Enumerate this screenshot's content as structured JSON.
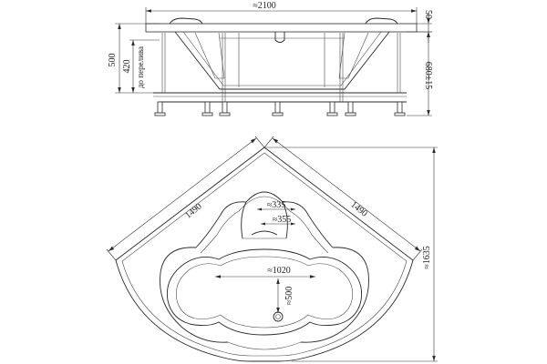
{
  "side_view": {
    "width_label": "≈2100",
    "top_rim_label": "50",
    "overall_height_label": "500",
    "overflow_height_label": "420",
    "overflow_caption": "до перелива",
    "leg_height_label": "680±15"
  },
  "top_view": {
    "left_side_label": "1490",
    "right_side_label": "1490",
    "diagonal_label": "≈1635",
    "headrest_inner_label": "≈335",
    "headrest_outer_label": "≈355",
    "basin_width_label": "≈1020",
    "basin_depth_label": "≈500"
  }
}
